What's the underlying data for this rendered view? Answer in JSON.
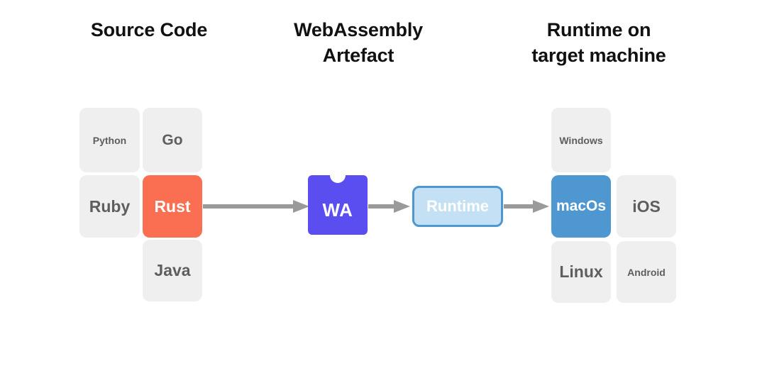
{
  "headings": {
    "source": "Source Code",
    "artefact": "WebAssembly\nArtefact",
    "runtime": "Runtime on\ntarget machine"
  },
  "source_code": {
    "tiles": [
      {
        "label": "Python",
        "highlighted": false
      },
      {
        "label": "Go",
        "highlighted": false
      },
      {
        "label": "Ruby",
        "highlighted": false
      },
      {
        "label": "Rust",
        "highlighted": true
      },
      {
        "label": "Java",
        "highlighted": false
      }
    ]
  },
  "artefact": {
    "label": "WA",
    "color": "#5b4ef0"
  },
  "runtime": {
    "label": "Runtime",
    "fill_color": "#c3e0f5",
    "border_color": "#4e97d1"
  },
  "targets": {
    "tiles": [
      {
        "label": "Windows",
        "highlighted": false
      },
      {
        "label": "macOs",
        "highlighted": true
      },
      {
        "label": "iOS",
        "highlighted": false
      },
      {
        "label": "Linux",
        "highlighted": false
      },
      {
        "label": "Android",
        "highlighted": false
      }
    ]
  },
  "arrows": {
    "color": "#9a9a9a",
    "source_to_artefact": "arrow-right-icon",
    "artefact_to_runtime": "arrow-right-icon",
    "runtime_to_target": "arrow-right-icon"
  },
  "colors": {
    "tile_default_bg": "#efefef",
    "tile_default_text": "#5e5e5e",
    "accent_orange": "#fa6e51",
    "accent_blue": "#4e97d1",
    "heading_text": "#111111"
  }
}
